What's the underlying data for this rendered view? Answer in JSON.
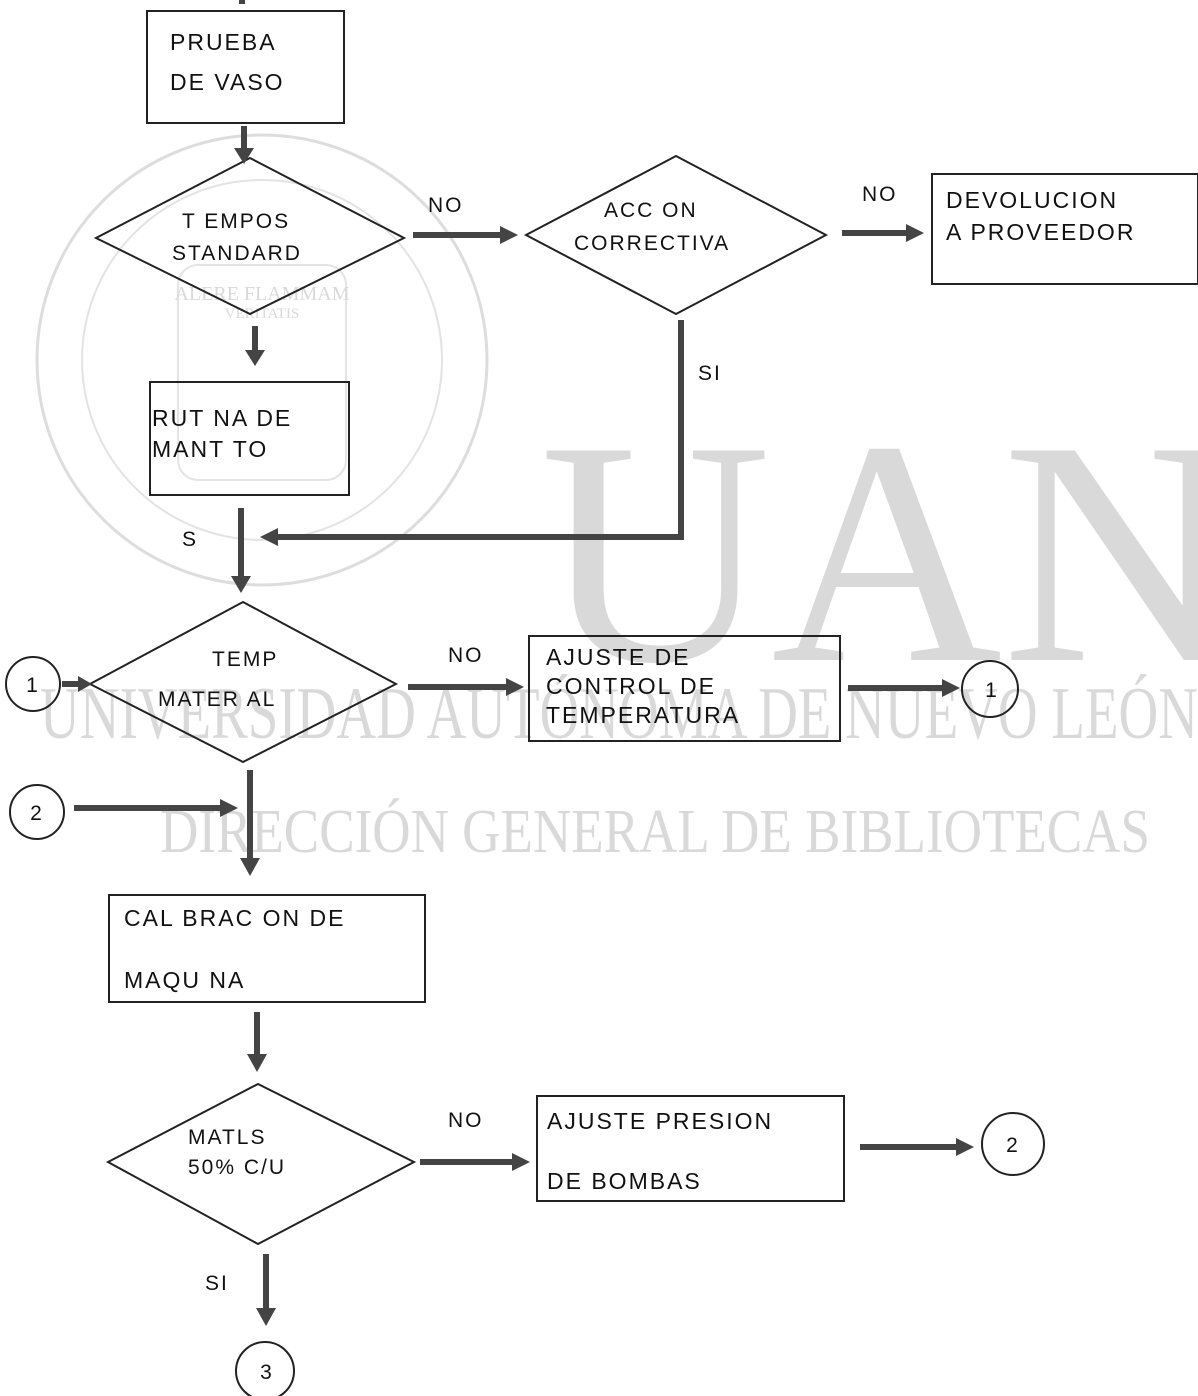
{
  "watermark": {
    "big_letters": "UANL",
    "line1": "UNIVERSIDAD AUTÓNOMA DE NUEVO LEÓN",
    "line2": "DIRECCIÓN GENERAL DE BIBLIOTECAS",
    "seal_motto_1": "ALERE FLAMMAM",
    "seal_motto_2": "VERITATIS"
  },
  "flow": {
    "box_prueba": [
      "PRUEBA",
      "DE VASO"
    ],
    "dec_tiempos": [
      "T EMPOS",
      "STANDARD"
    ],
    "dec_accion": [
      "ACC ON",
      "CORRECTIVA"
    ],
    "box_devolucion": [
      "DEVOLUCION",
      "A PROVEEDOR"
    ],
    "box_rutina": [
      "RUT NA DE",
      "MANT TO"
    ],
    "dec_temp": [
      "TEMP",
      "MATER AL"
    ],
    "box_ajuste_control": [
      "AJUSTE DE",
      "CONTROL DE",
      "TEMPERATURA"
    ],
    "box_calibracion": [
      "CAL BRAC ON DE",
      "MAQU NA"
    ],
    "dec_matls": [
      "MATLS",
      "50% C/U"
    ],
    "box_ajuste_presion": [
      "AJUSTE PRESION",
      "DE BOMBAS"
    ],
    "lbl_no_1": "NO",
    "lbl_no_2": "NO",
    "lbl_si_1": "SI",
    "lbl_s": "S",
    "lbl_no_3": "NO",
    "lbl_no_4": "NO",
    "lbl_si_2": "SI",
    "conn_1_left": "1",
    "conn_1_right": "1",
    "conn_2_left": "2",
    "conn_2_right": "2",
    "conn_3": "3"
  }
}
